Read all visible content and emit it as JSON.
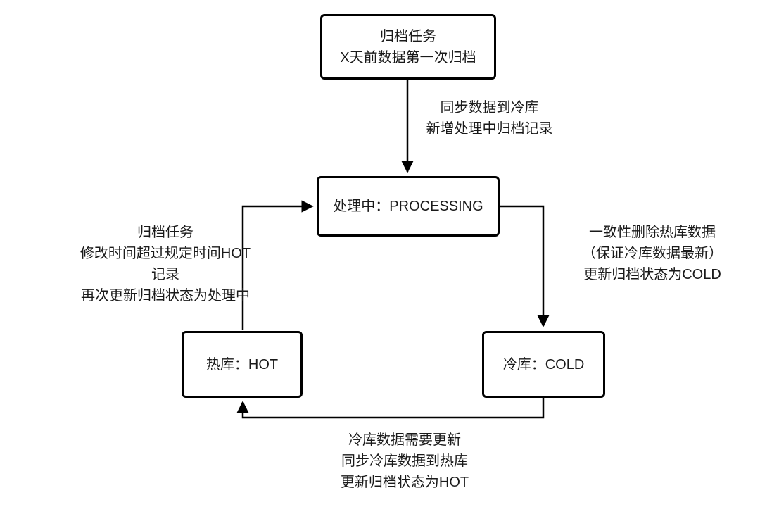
{
  "diagram": {
    "nodes": {
      "archive_task": {
        "lines": [
          "归档任务",
          "X天前数据第一次归档"
        ]
      },
      "processing": {
        "label": "处理中：PROCESSING"
      },
      "hot": {
        "label": "热库：HOT"
      },
      "cold": {
        "label": "冷库：COLD"
      }
    },
    "edges": {
      "task_to_processing": {
        "lines": [
          "同步数据到冷库",
          "新增处理中归档记录"
        ]
      },
      "processing_to_cold": {
        "lines": [
          "一致性删除热库数据",
          "（保证冷库数据最新）",
          "更新归档状态为COLD"
        ]
      },
      "cold_to_hot": {
        "lines": [
          "冷库数据需要更新",
          "同步冷库数据到热库",
          "更新归档状态为HOT"
        ]
      },
      "hot_to_processing": {
        "lines": [
          "归档任务",
          "修改时间超过规定时间HOT记录",
          "再次更新归档状态为处理中"
        ]
      }
    },
    "colors": {
      "stroke": "#000000",
      "background": "#ffffff",
      "text": "#1a1a1a"
    }
  }
}
